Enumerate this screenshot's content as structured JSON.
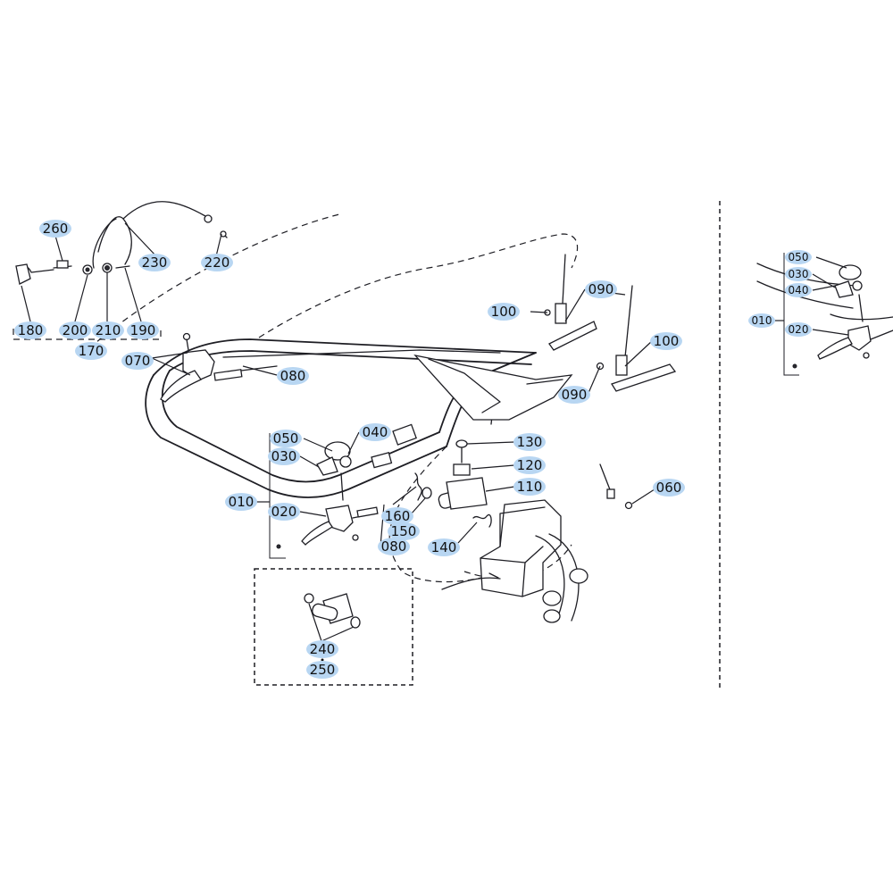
{
  "diagram": {
    "colors": {
      "label_highlight": "#b8d6f2",
      "line": "#1e1e24",
      "background": "#ffffff"
    },
    "labels": {
      "lbl_260": "260",
      "lbl_230": "230",
      "lbl_220": "220",
      "lbl_180": "180",
      "lbl_200": "200",
      "lbl_210": "210",
      "lbl_190": "190",
      "lbl_170": "170",
      "lbl_070": "070",
      "lbl_080_top": "080",
      "lbl_100_left": "100",
      "lbl_090_top": "090",
      "lbl_100_right": "100",
      "lbl_090_bottom": "090",
      "lbl_050": "050",
      "lbl_040": "040",
      "lbl_030": "030",
      "lbl_010": "010",
      "lbl_020": "020",
      "lbl_160": "160",
      "lbl_150": "150",
      "lbl_080_bottom": "080",
      "lbl_130": "130",
      "lbl_120": "120",
      "lbl_110": "110",
      "lbl_140": "140",
      "lbl_060": "060",
      "lbl_240": "240",
      "lbl_250": "250",
      "inset_050": "050",
      "inset_030": "030",
      "inset_040": "040",
      "inset_010": "010",
      "inset_020": "020"
    }
  }
}
